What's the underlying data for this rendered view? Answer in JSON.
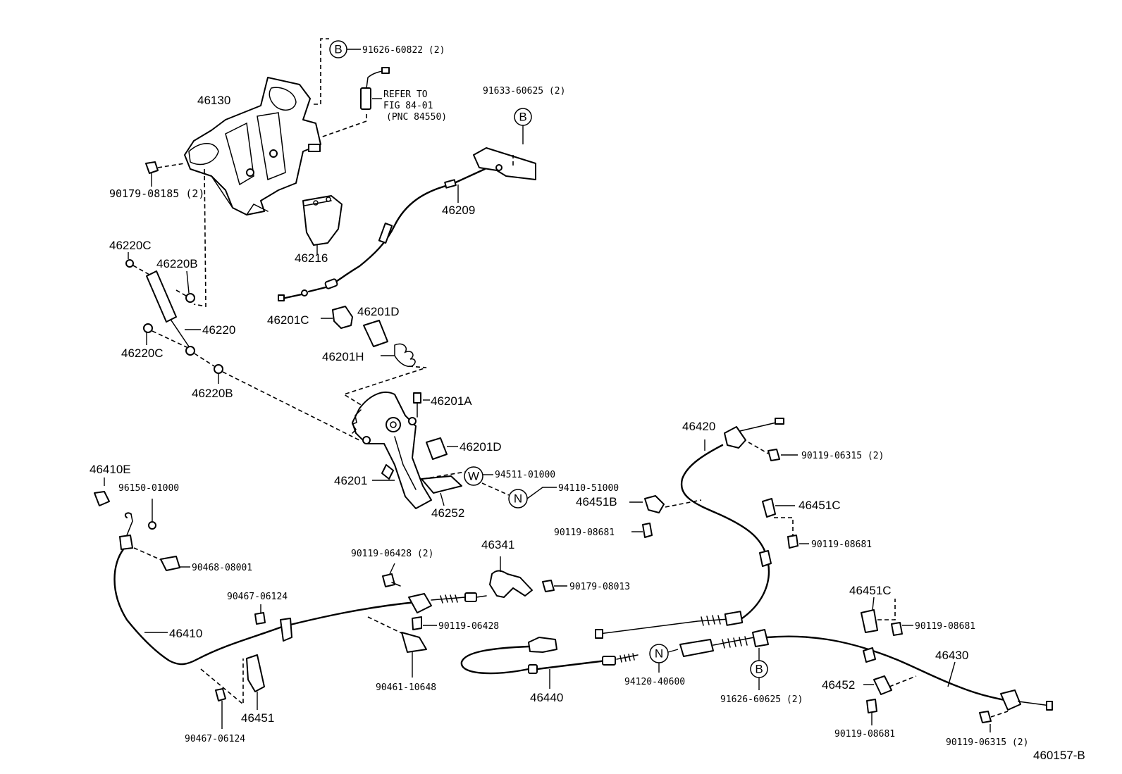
{
  "diagram": {
    "figure_code": "460157-B",
    "refer_note": [
      "REFER TO",
      "FIG 84-01",
      "(PNC 84550)"
    ],
    "labels": {
      "p46130": "46130",
      "p90179_08185": "90179-08185 (2)",
      "p91626_60822": "91626-60822 (2)",
      "p91633_60625": "91633-60625 (2)",
      "p46209": "46209",
      "p46216": "46216",
      "p46220C_top": "46220C",
      "p46220B_top": "46220B",
      "p46220": "46220",
      "p46220C_bot": "46220C",
      "p46220B_bot": "46220B",
      "p46201C": "46201C",
      "p46201D_top": "46201D",
      "p46201H": "46201H",
      "p46201A": "46201A",
      "p46201D_bot": "46201D",
      "p46201": "46201",
      "p46252": "46252",
      "p94511": "94511-01000",
      "p94110": "94110-51000",
      "p46410E": "46410E",
      "p96150": "96150-01000",
      "p90468": "90468-08001",
      "p90467_top": "90467-06124",
      "p46410": "46410",
      "p46451": "46451",
      "p90467_bot": "90467-06124",
      "p90119_06428_2": "90119-06428 (2)",
      "p90119_06428": "90119-06428",
      "p90461": "90461-10648",
      "p46341": "46341",
      "p90179_08013": "90179-08013",
      "p46420": "46420",
      "p90119_06315_top": "90119-06315 (2)",
      "p46451B": "46451B",
      "p90119_08681_a": "90119-08681",
      "p46451C_a": "46451C",
      "p90119_08681_b": "90119-08681",
      "p46440": "46440",
      "p94120": "94120-40600",
      "p91626_60625": "91626-60625 (2)",
      "p46451C_b": "46451C",
      "p90119_08681_c": "90119-08681",
      "p46430": "46430",
      "p46452": "46452",
      "p90119_08681_d": "90119-08681",
      "p90119_06315_bot": "90119-06315 (2)"
    },
    "callouts": {
      "b1": "B",
      "b2": "B",
      "b3": "B",
      "w1": "W",
      "n1": "N",
      "n2": "N"
    }
  }
}
